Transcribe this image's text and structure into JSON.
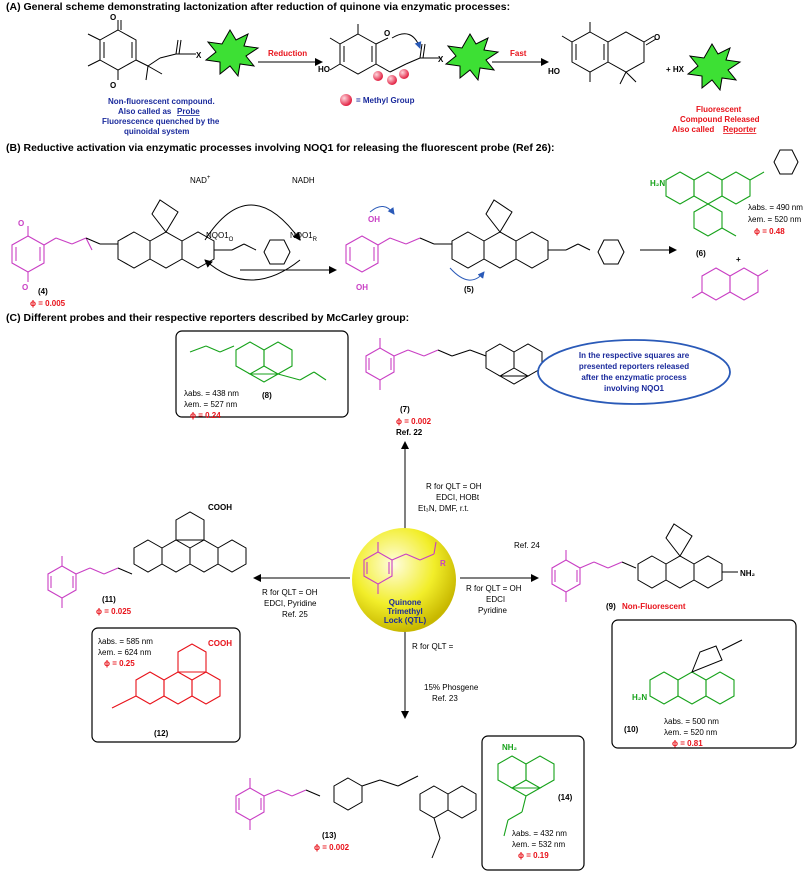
{
  "sections": {
    "a_title": "(A) General scheme demonstrating lactonization after reduction of quinone via enzymatic processes:",
    "b_title": "(B) Reductive activation via enzymatic processes involving NOQ1 for releasing the fluorescent probe (Ref 26):",
    "c_title": "(C) Different probes and their respective reporters described by McCarley group:"
  },
  "partA": {
    "reduction": "Reduction",
    "fast": "Fast",
    "probe_line1": "Non-fluorescent compound.",
    "probe_line2": "Also called as",
    "probe_word": "Probe",
    "probe_line3": "Fluorescence quenched by the",
    "probe_line4": "quinoidal system",
    "methyl_legend": "= Methyl Group",
    "plus_hx": "+ HX",
    "reporter_line1": "Fluorescent",
    "reporter_line2": "Compound Released",
    "reporter_line3": "Also called",
    "reporter_word": "Reporter",
    "x": "X",
    "ho": "HO",
    "o": "O"
  },
  "partB": {
    "nad": "NAD",
    "nad_sup": "+",
    "nadh": "NADH",
    "nqo1o": "NQO1",
    "nqo1o_sub": "O",
    "nqo1r": "NQO1",
    "nqo1r_sub": "R",
    "cmp4": "(4)",
    "phi4": "ϕ = 0.005",
    "cmp5": "(5)",
    "cmp6": "(6)",
    "abs6": "λabs. = 490 nm",
    "em6": "λem. = 520 nm",
    "phi6": "ϕ = 0.48",
    "plus": "+",
    "h2n": "H₂N",
    "oh": "OH"
  },
  "partC": {
    "cmp7": "(7)",
    "phi7": "ϕ = 0.002",
    "ref7": "Ref. 22",
    "cmp8": "(8)",
    "abs8": "λabs. = 438 nm",
    "em8": "λem. = 527 nm",
    "phi8": "ϕ = 0.24",
    "bubble1": "In the respective squares are",
    "bubble2": "presented reporters released",
    "bubble3": "after the enzymatic process",
    "bubble4": "involving NQO1",
    "cond_up1": "R for QLT = OH",
    "cond_up2": "EDCI, HOBt",
    "cond_up3": "Et₃N, DMF, r.t.",
    "cond_right_ref": "Ref. 24",
    "cond_right1": "R for QLT = OH",
    "cond_right2": "EDCI",
    "cond_right3": "Pyridine",
    "cond_left1": "R for QLT = OH",
    "cond_left2": "EDCI, Pyridine",
    "cond_left3": "Ref. 25",
    "cond_down1": "R for QLT =",
    "cond_down2": "15% Phosgene",
    "cond_down3": "Ref. 23",
    "qtl1": "Quinone",
    "qtl2": "Trimethyl",
    "qtl3": "Lock (QTL)",
    "r": "R",
    "cmp9": "(9)",
    "nonfluor": "Non-Fluorescent",
    "cmp10": "(10)",
    "abs10": "λabs. = 500 nm",
    "em10": "λem. = 520 nm",
    "phi10": "ϕ = 0.81",
    "cmp11": "(11)",
    "phi11": "ϕ = 0.025",
    "cooh": "COOH",
    "cmp12": "(12)",
    "abs12": "λabs. = 585 nm",
    "em12": "λem. = 624 nm",
    "phi12": "ϕ = 0.25",
    "cmp13": "(13)",
    "phi13": "ϕ = 0.002",
    "cmp14": "(14)",
    "abs14": "λabs. = 432 nm",
    "em14": "λem. = 532 nm",
    "phi14": "ϕ = 0.19",
    "nh2": "NH₂"
  },
  "colors": {
    "probe": "#c93fc4",
    "reporter": "#16a21a",
    "highlight": "#e8121a",
    "text_blue": "#1a2a9c",
    "qtl_ball": "#f2ee2a"
  }
}
